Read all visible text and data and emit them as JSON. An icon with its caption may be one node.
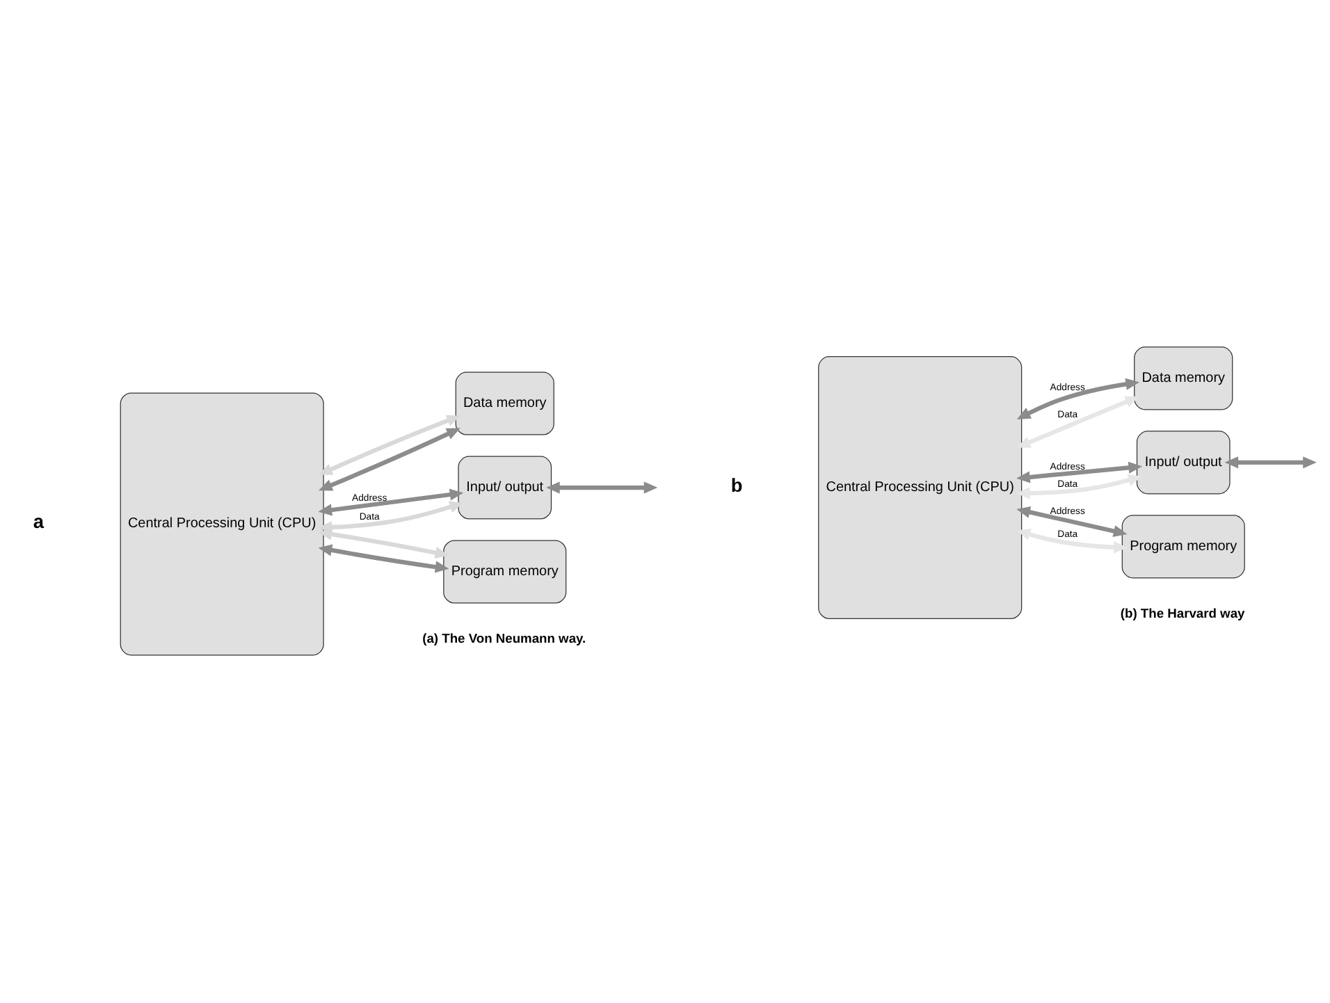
{
  "diagram": {
    "nodes": [
      {
        "text": [
          "Central Processing Unit (CPU)"
        ]
      },
      {
        "text": [
          "Data memory"
        ]
      },
      {
        "text": [
          "Input/ output"
        ]
      },
      {
        "text": [
          "Program memory"
        ]
      },
      {
        "text": [
          "Central Processing Unit (CPU)"
        ]
      },
      {
        "text": [
          "Data memory"
        ]
      },
      {
        "text": [
          "Input/ output"
        ]
      },
      {
        "text": [
          "Program memory"
        ]
      }
    ],
    "edges": [
      {
        "from": 0,
        "to": 2,
        "arrow": "both",
        "label": "Address",
        "color": "#8c8c8c"
      },
      {
        "from": 0,
        "to": 1,
        "arrow": "both",
        "color": "#8c8c8c"
      },
      {
        "from": 0,
        "to": 3,
        "arrow": "both",
        "color": "#8c8c8c"
      },
      {
        "from": 0,
        "to": 2,
        "arrow": "both",
        "label": "Data",
        "color": "#d9d9d9"
      },
      {
        "from": 0,
        "to": 1,
        "arrow": "both",
        "color": "#d9d9d9"
      },
      {
        "from": 0,
        "to": 3,
        "arrow": "both",
        "color": "#d9d9d9"
      },
      {
        "from": 2,
        "to": null,
        "arrow": "both",
        "color": "#8c8c8c"
      },
      {
        "from": 4,
        "to": 5,
        "arrow": "both",
        "label": "Address",
        "color": "#8c8c8c"
      },
      {
        "from": 4,
        "to": 5,
        "arrow": "both",
        "label": "Data",
        "color": "#e6e6e6"
      },
      {
        "from": 4,
        "to": 6,
        "arrow": "both",
        "label": "Address",
        "color": "#8c8c8c"
      },
      {
        "from": 4,
        "to": 6,
        "arrow": "both",
        "label": "Data",
        "color": "#e6e6e6"
      },
      {
        "from": 4,
        "to": 7,
        "arrow": "both",
        "label": "Address",
        "color": "#8c8c8c"
      },
      {
        "from": 4,
        "to": 7,
        "arrow": "both",
        "label": "Data",
        "color": "#e6e6e6"
      },
      {
        "from": 6,
        "to": null,
        "arrow": "both",
        "color": "#8c8c8c"
      }
    ],
    "labels": [
      "a",
      "b",
      "(a) The Von Neumann way.",
      "(b) The Harvard way"
    ]
  }
}
